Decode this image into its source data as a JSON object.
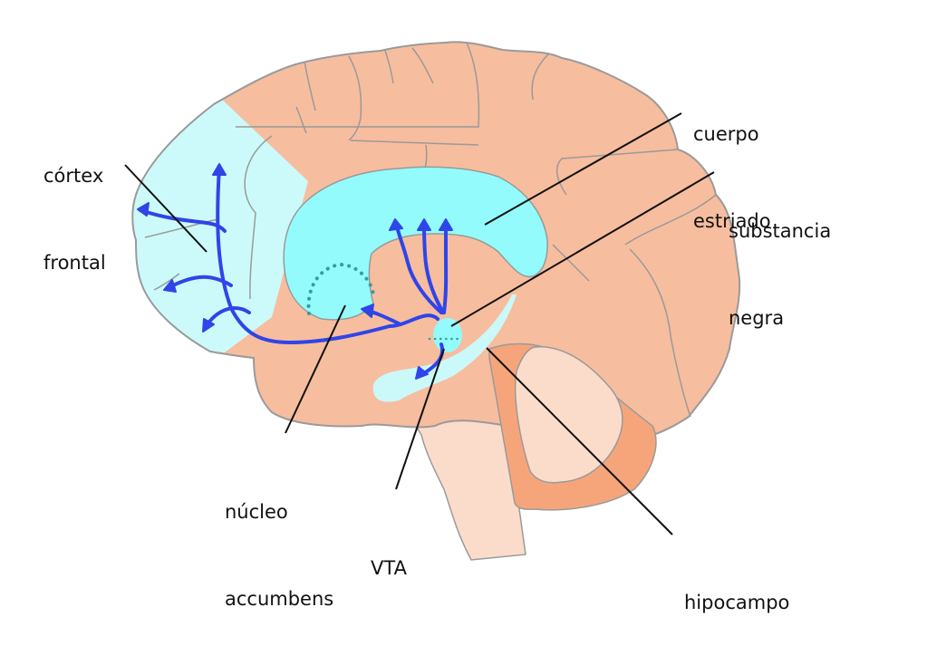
{
  "diagram": {
    "title": "Dopamine pathways in the brain (sagittal view)",
    "colors": {
      "cortex": "#f7bd9f",
      "cortex_outline": "#9a9a9a",
      "frontal_cortex": "#ccfafa",
      "striatum": "#93fbfb",
      "hippocampus": "#cbf9fa",
      "brainstem": "#fbdcca",
      "cerebellum_outer": "#f6a57a",
      "cerebellum_inner": "#fbdcca",
      "pathway": "#2f45e8",
      "dots": "#3a9a9a",
      "leader": "#111111"
    },
    "labels": {
      "frontal_cortex": [
        "córtex",
        "frontal"
      ],
      "striatum": [
        "cuerpo",
        "estriado"
      ],
      "substantia_nigra": [
        "substancia",
        "negra"
      ],
      "nucleus_accumbens": [
        "núcleo",
        "accumbens"
      ],
      "vta": [
        "VTA"
      ],
      "hippocampus": [
        "hipocampo"
      ]
    }
  }
}
